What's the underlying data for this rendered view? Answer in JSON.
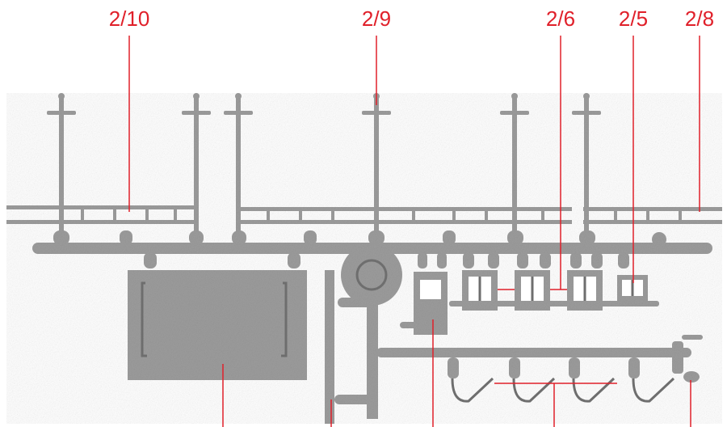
{
  "callouts": [
    {
      "id": "c1",
      "text": "2/10"
    },
    {
      "id": "c2",
      "text": "2/9"
    },
    {
      "id": "c3",
      "text": "2/6"
    },
    {
      "id": "c4",
      "text": "2/5"
    },
    {
      "id": "c5",
      "text": "2/8"
    }
  ],
  "colors": {
    "callout": "#e0202a",
    "plastic": "#9c9c9c",
    "plastic_dark": "#7a7a7a",
    "plastic_light": "#b4b4b4",
    "background": "#ffffff"
  }
}
